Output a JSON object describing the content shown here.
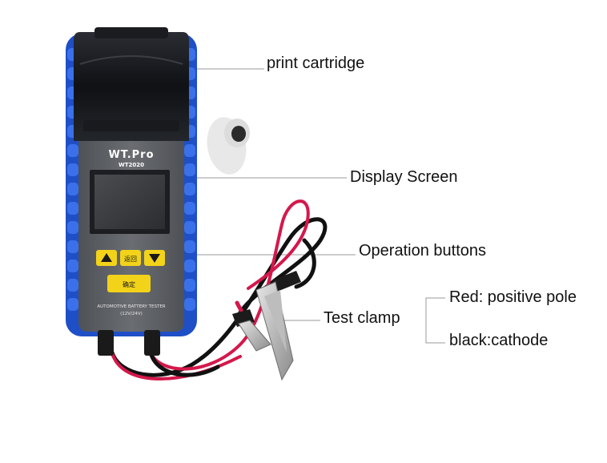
{
  "device": {
    "brand": "WT.Pro",
    "model": "WT2020",
    "subtitle": "AUTOMOTIVE BATTERY TESTER",
    "voltage": "(12V/24V)",
    "button_back": "返回",
    "button_ok": "确定",
    "body_color": "#2a5fd6",
    "panel_color": "#5b5e63",
    "button_color": "#f2d31a"
  },
  "callouts": {
    "print_cartridge": "print cartridge",
    "display_screen": "Display Screen",
    "operation_buttons": "Operation buttons",
    "test_clamp": "Test clamp",
    "red_pole": "Red: positive pole",
    "black_pole": "black:cathode"
  },
  "icons": {
    "up": "triangle-up-icon",
    "down": "triangle-down-icon"
  }
}
